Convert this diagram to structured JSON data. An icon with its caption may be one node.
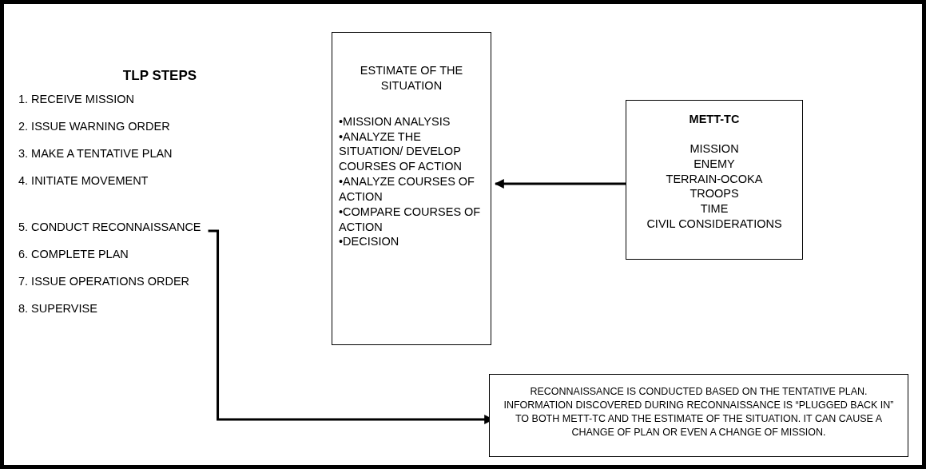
{
  "diagram": {
    "nodes": [
      {
        "text": [
          "5. CONDUCT RECONNAISSANCE"
        ]
      },
      {
        "text": [
          "ESTIMATE OF THE SITUATION",
          "•MISSION ANALYSIS",
          "•ANALYZE THE SITUATION/ DEVELOP COURSES OF ACTION",
          "•ANALYZE COURSES OF ACTION",
          "•COMPARE COURSES OF ACTION",
          "•DECISION"
        ]
      },
      {
        "text": [
          "METT-TC",
          "MISSION",
          "ENEMY",
          "TERRAIN-OCOKA",
          "TROOPS",
          "TIME",
          "CIVIL CONSIDERATIONS"
        ]
      },
      {
        "text": [
          "RECONNAISSANCE IS CONDUCTED BASED ON THE TENTATIVE PLAN. INFORMATION DISCOVERED DURING RECONNAISSANCE IS “PLUGGED BACK IN” TO BOTH METT-TC AND THE ESTIMATE OF THE SITUATION. IT CAN CAUSE A CHANGE OF PLAN OR EVEN A CHANGE OF MISSION."
        ]
      }
    ],
    "edges": [
      {
        "from": 2,
        "to": 1,
        "arrow": "to"
      },
      {
        "from": 0,
        "to": 3,
        "arrow": "to"
      }
    ],
    "labels": [
      "TLP STEPS",
      "1. RECEIVE MISSION",
      "2. ISSUE WARNING ORDER",
      "3. MAKE A TENTATIVE PLAN",
      "4. INITIATE MOVEMENT",
      "6. COMPLETE PLAN",
      "7. ISSUE OPERATIONS ORDER",
      "8. SUPERVISE"
    ]
  }
}
